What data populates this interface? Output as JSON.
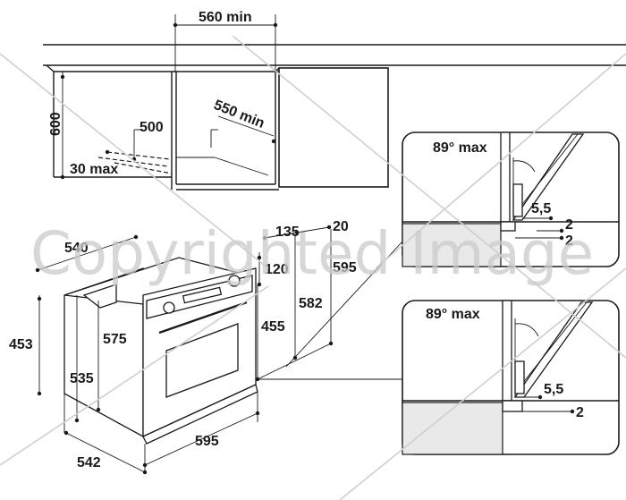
{
  "diagram": {
    "top_view": {
      "width_min": "560 min",
      "height": "600",
      "cutout": "500",
      "depth_min": "550 min",
      "gap_max": "30 max"
    },
    "oven": {
      "depth_top": "540",
      "back_height": "453",
      "side_height": "575",
      "inner_height": "535",
      "depth_bottom": "542",
      "width": "595",
      "door_offset": "135",
      "panel_thickness": "20",
      "panel_height": "120",
      "overall_width": "595",
      "front_height": "582",
      "cavity_height": "455"
    },
    "detail_top": {
      "angle": "89° max",
      "gap": "5,5",
      "offset_a": "2",
      "offset_b": "2"
    },
    "detail_bottom": {
      "angle": "89° max",
      "gap": "5,5",
      "offset": "2"
    },
    "watermark": "Copyrighted Image"
  }
}
